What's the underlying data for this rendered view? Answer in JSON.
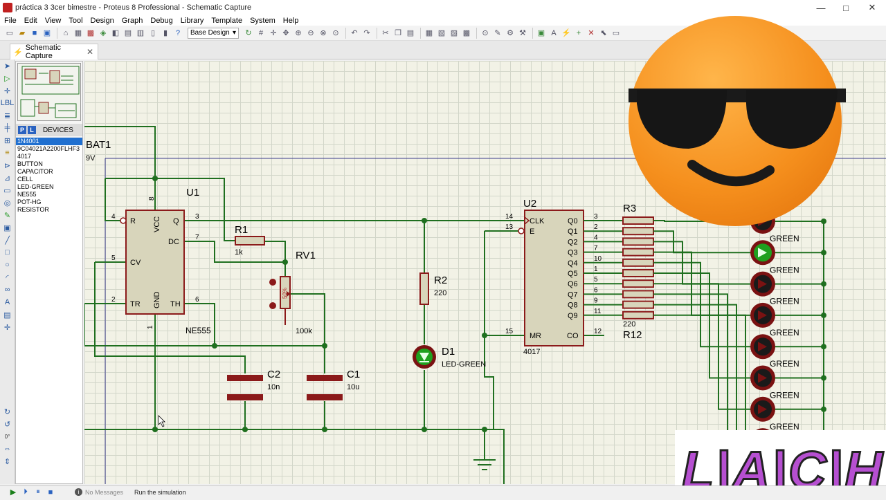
{
  "window": {
    "title": "práctica 3 3cer bimestre - Proteus 8 Professional - Schematic Capture",
    "minimize": "—",
    "maximize": "□",
    "close": "✕"
  },
  "menu": [
    "File",
    "Edit",
    "View",
    "Tool",
    "Design",
    "Graph",
    "Debug",
    "Library",
    "Template",
    "System",
    "Help"
  ],
  "toolbar": {
    "design_select": "Base Design"
  },
  "tab": {
    "label": "Schematic Capture"
  },
  "panel": {
    "p": "P",
    "l": "L",
    "header": "DEVICES",
    "devices": [
      "1N4001",
      "9C04021A2200FLHF3",
      "4017",
      "BUTTON",
      "CAPACITOR",
      "CELL",
      "LED-GREEN",
      "NE555",
      "POT-HG",
      "RESISTOR"
    ],
    "selected": 0
  },
  "schematic": {
    "bat": {
      "ref": "BAT1",
      "val": "9V"
    },
    "u1": {
      "ref": "U1",
      "part": "NE555",
      "pins": {
        "R": "R",
        "VCC": "VCC",
        "Q": "Q",
        "DC": "DC",
        "CV": "CV",
        "TR": "TR",
        "GND": "GND",
        "TH": "TH"
      },
      "nums": {
        "p4": "4",
        "p8": "8",
        "p3": "3",
        "p7": "7",
        "p5": "5",
        "p2": "2",
        "p6": "6",
        "p1": "1"
      }
    },
    "r1": {
      "ref": "R1",
      "val": "1k"
    },
    "rv1": {
      "ref": "RV1",
      "val": "100k",
      "pct": "50%"
    },
    "r2": {
      "ref": "R2",
      "val": "220"
    },
    "d1": {
      "ref": "D1",
      "val": "LED-GREEN"
    },
    "c2": {
      "ref": "C2",
      "val": "10n"
    },
    "c1": {
      "ref": "C1",
      "val": "10u"
    },
    "u2": {
      "ref": "U2",
      "part": "4017",
      "clk": "CLK",
      "e": "E",
      "mr": "MR",
      "co": "CO",
      "outs": [
        "Q0",
        "Q1",
        "Q2",
        "Q3",
        "Q4",
        "Q5",
        "Q6",
        "Q7",
        "Q8",
        "Q9"
      ],
      "outnums": [
        "3",
        "2",
        "4",
        "7",
        "10",
        "1",
        "5",
        "6",
        "9",
        "11"
      ],
      "n14": "14",
      "n13": "13",
      "n15": "15",
      "n12": "12"
    },
    "r3": {
      "ref": "R3"
    },
    "r12": {
      "ref": "R12",
      "val": "220"
    },
    "led_label": "GREEN"
  },
  "status": {
    "messages": "No Messages",
    "hint": "Run the simulation"
  },
  "logo": {
    "text": "L|A|C|H"
  },
  "colors": {
    "wire": "#1f6f1f",
    "body": "#d8d5bb",
    "bodyline": "#8b1a1a",
    "grid": "#d2d6c9",
    "canvas": "#f2f2e6"
  }
}
